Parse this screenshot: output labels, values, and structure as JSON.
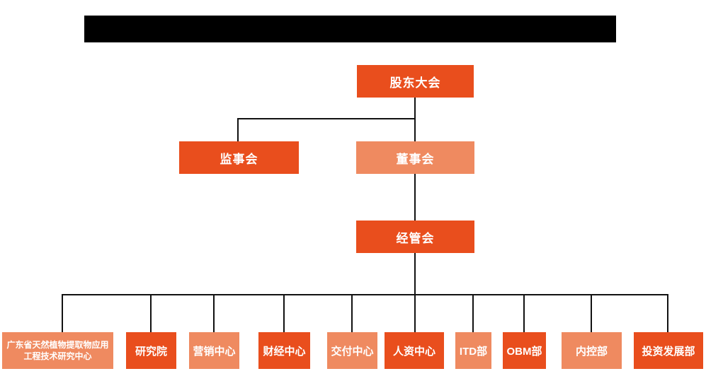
{
  "colors": {
    "primary": "#E94E1D",
    "secondary": "#EF8A60",
    "line": "#111111",
    "redacted": "#000000",
    "background": "#ffffff",
    "text": "#ffffff"
  },
  "header": {
    "redacted_title": true
  },
  "org": {
    "level1": [
      {
        "label": "股东大会",
        "variant": "primary"
      }
    ],
    "level2": [
      {
        "label": "监事会",
        "variant": "primary"
      },
      {
        "label": "董事会",
        "variant": "secondary"
      }
    ],
    "level3": [
      {
        "label": "经管会",
        "variant": "primary"
      }
    ],
    "level4": [
      {
        "label": "广东省天然植物提取物应用工程技术研究中心",
        "variant": "secondary"
      },
      {
        "label": "研究院",
        "variant": "primary"
      },
      {
        "label": "营销中心",
        "variant": "secondary"
      },
      {
        "label": "财经中心",
        "variant": "primary"
      },
      {
        "label": "交付中心",
        "variant": "secondary"
      },
      {
        "label": "人资中心",
        "variant": "primary"
      },
      {
        "label": "ITD部",
        "variant": "secondary"
      },
      {
        "label": "OBM部",
        "variant": "primary"
      },
      {
        "label": "内控部",
        "variant": "secondary"
      },
      {
        "label": "投资发展部",
        "variant": "primary"
      }
    ]
  }
}
